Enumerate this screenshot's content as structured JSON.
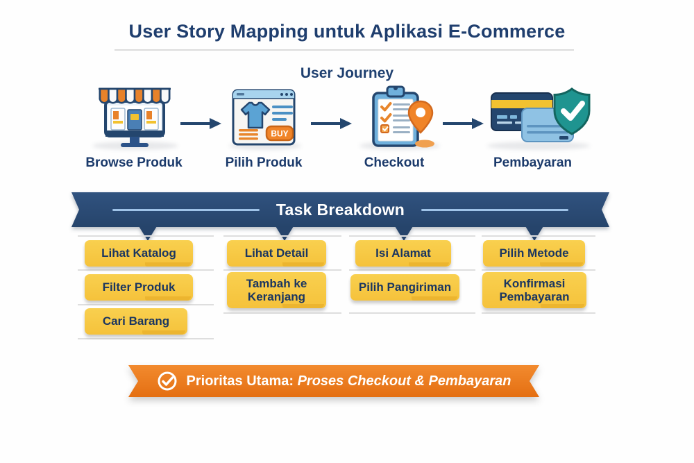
{
  "page": {
    "title": "User Story Mapping untuk Aplikasi E-Commerce"
  },
  "journey": {
    "heading": "User Journey",
    "steps": [
      {
        "label": "Browse Produk",
        "icon": "storefront-icon"
      },
      {
        "label": "Pilih Produk",
        "icon": "product-page-icon",
        "buy_label": "BUY"
      },
      {
        "label": "Checkout",
        "icon": "checkout-clipboard-icon"
      },
      {
        "label": "Pembayaran",
        "icon": "payment-shield-icon"
      }
    ]
  },
  "task_breakdown": {
    "heading": "Task Breakdown",
    "columns": [
      {
        "tasks": [
          "Lihat Katalog",
          "Filter Produk",
          "Cari Barang"
        ]
      },
      {
        "tasks": [
          "Lihat Detail",
          "Tambah ke Keranjang"
        ]
      },
      {
        "tasks": [
          "Isi Alamat",
          "Pilih Pangiriman"
        ]
      },
      {
        "tasks": [
          "Pilih Metode",
          "Konfirmasi Pembayaran"
        ]
      }
    ]
  },
  "priority": {
    "icon": "check-circle-icon",
    "prefix": "Prioritas Utama: ",
    "emphasis": "Proses Checkout & Pembayaran"
  },
  "colors": {
    "navy_text": "#1F3E6E",
    "banner_navy": "#26446B",
    "sticky_yellow": "#F8C946",
    "ribbon_orange": "#EE7C1E",
    "shield_teal": "#1F9490",
    "accent_orange": "#E8822A",
    "light_blue": "#9FC3E8"
  }
}
